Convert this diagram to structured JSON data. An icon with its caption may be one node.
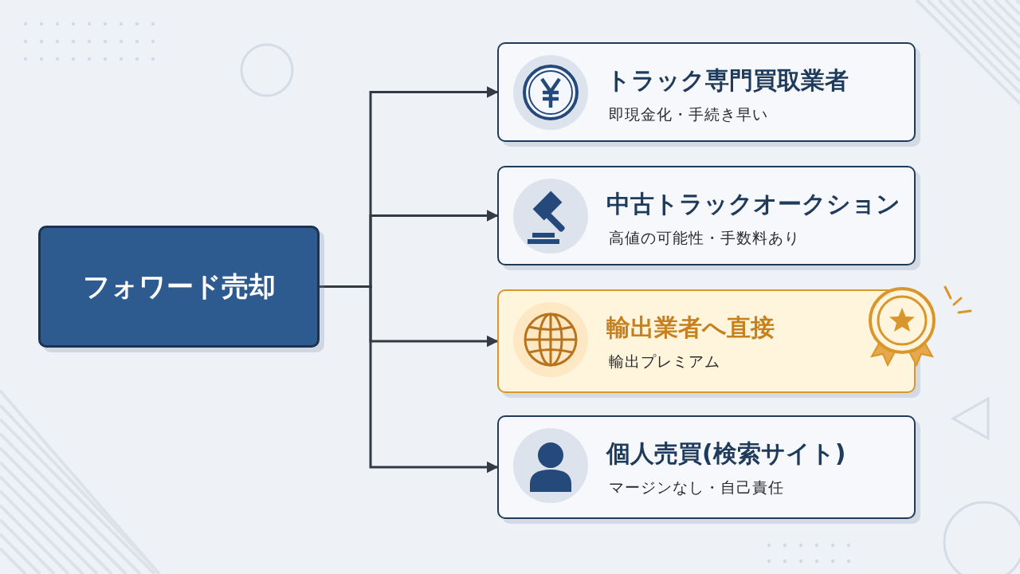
{
  "diagram": {
    "nodes": [
      {
        "text": [
          "フォワード売却"
        ]
      },
      {
        "text": [
          "トラック専門買取業者",
          "即現金化・手続き早い"
        ]
      },
      {
        "text": [
          "中古トラックオークション",
          "高値の可能性・手数料あり"
        ]
      },
      {
        "text": [
          "輸出業者へ直接",
          "輸出プレミアム"
        ]
      },
      {
        "text": [
          "個人売買(検索サイト)",
          "マージンなし・自己責任"
        ]
      }
    ],
    "edges": [
      {
        "from": 0,
        "to": 1,
        "arrow": "to"
      },
      {
        "from": 0,
        "to": 2,
        "arrow": "to"
      },
      {
        "from": 0,
        "to": 3,
        "arrow": "to"
      },
      {
        "from": 0,
        "to": 4,
        "arrow": "to"
      }
    ]
  }
}
